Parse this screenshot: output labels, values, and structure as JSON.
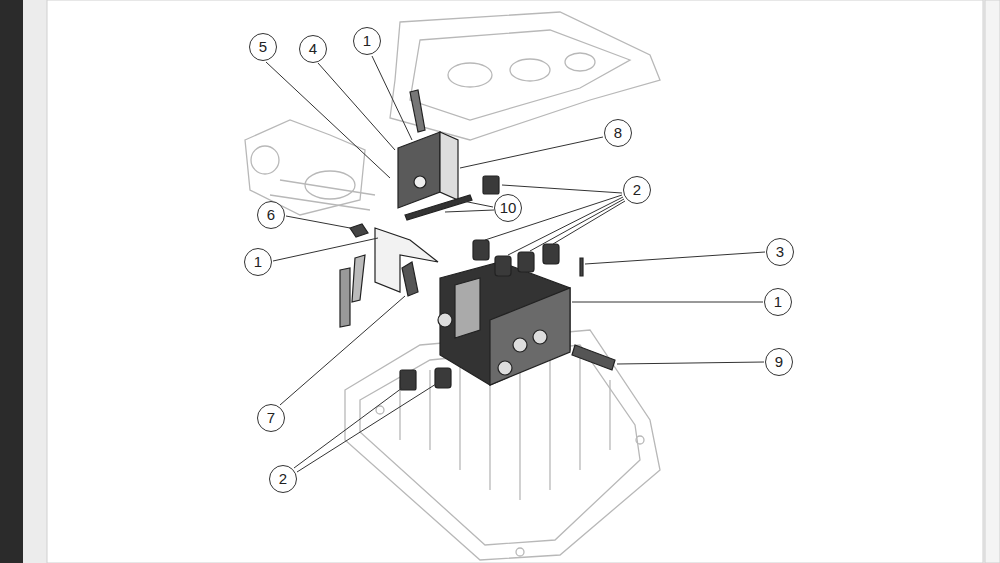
{
  "diagram": {
    "labels": [
      "5",
      "4",
      "1",
      "8",
      "2",
      "10",
      "6",
      "1",
      "3",
      "1",
      "9",
      "7",
      "2"
    ]
  }
}
